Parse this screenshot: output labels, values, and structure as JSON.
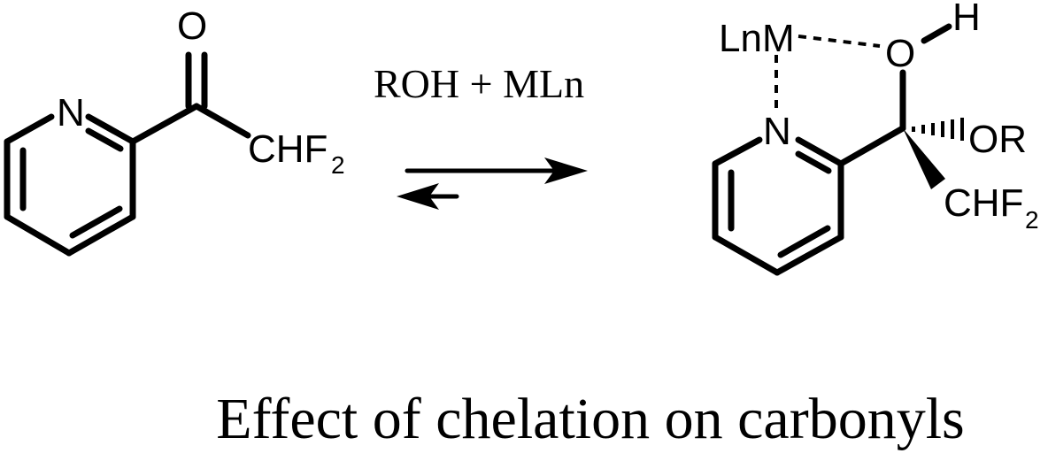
{
  "reactant": {
    "label_o": "O",
    "label_n": "N",
    "label_chf": "CHF",
    "label_sub": "2"
  },
  "reagents": {
    "label": "ROH + MLn"
  },
  "product": {
    "label_lnm": "LnM",
    "label_o": "O",
    "label_h": "H",
    "label_n": "N",
    "label_or": "OR",
    "label_chf": "CHF",
    "label_sub": "2"
  },
  "caption": "Effect of chelation on carbonyls"
}
